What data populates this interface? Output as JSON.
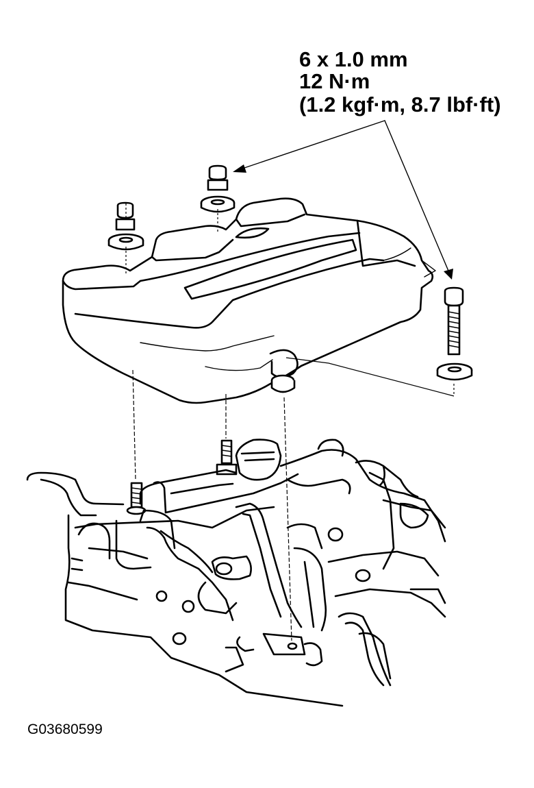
{
  "annotation": {
    "fastener_size": "6 x 1.0 mm",
    "torque_nm": "12 N·m",
    "torque_converted": "(1.2 kgf·m, 8.7 lbf·ft)"
  },
  "figure_id": "G03680599",
  "parts": {
    "cap_nut_icon": "cap-nut",
    "washer_icon": "grommet-washer",
    "bolt_icon": "flange-bolt",
    "stud_icon": "stud-bolt",
    "cover_icon": "engine-cover",
    "engine_icon": "engine-assembly"
  }
}
